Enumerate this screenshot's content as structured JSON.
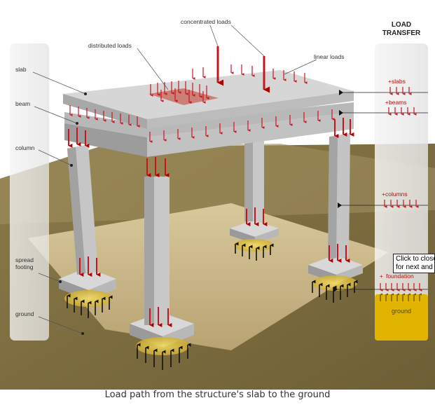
{
  "labels": {
    "concentrated_loads": "concentrated loads",
    "distributed_loads": "distributed loads",
    "linear_loads": "linear loads",
    "slab": "slab",
    "beam": "beam",
    "column": "column",
    "spread_footing_1": "spread",
    "spread_footing_2": "footing",
    "ground": "ground"
  },
  "load_transfer": {
    "title_1": "LOAD",
    "title_2": "TRANSFER",
    "slabs": "slabs",
    "beams": "beams",
    "columns": "columns",
    "foundation": "foundation",
    "ground": "ground"
  },
  "tooltip": {
    "line_1": "Click to close",
    "line_2": "for next and"
  },
  "caption": "Load path from the structure's slab to the ground",
  "colors": {
    "load_arrow": "#c8141e",
    "reaction_arrow": "#1a1a1a",
    "footing_glow": "#e8c83a",
    "ground_box": "#e0b400"
  }
}
